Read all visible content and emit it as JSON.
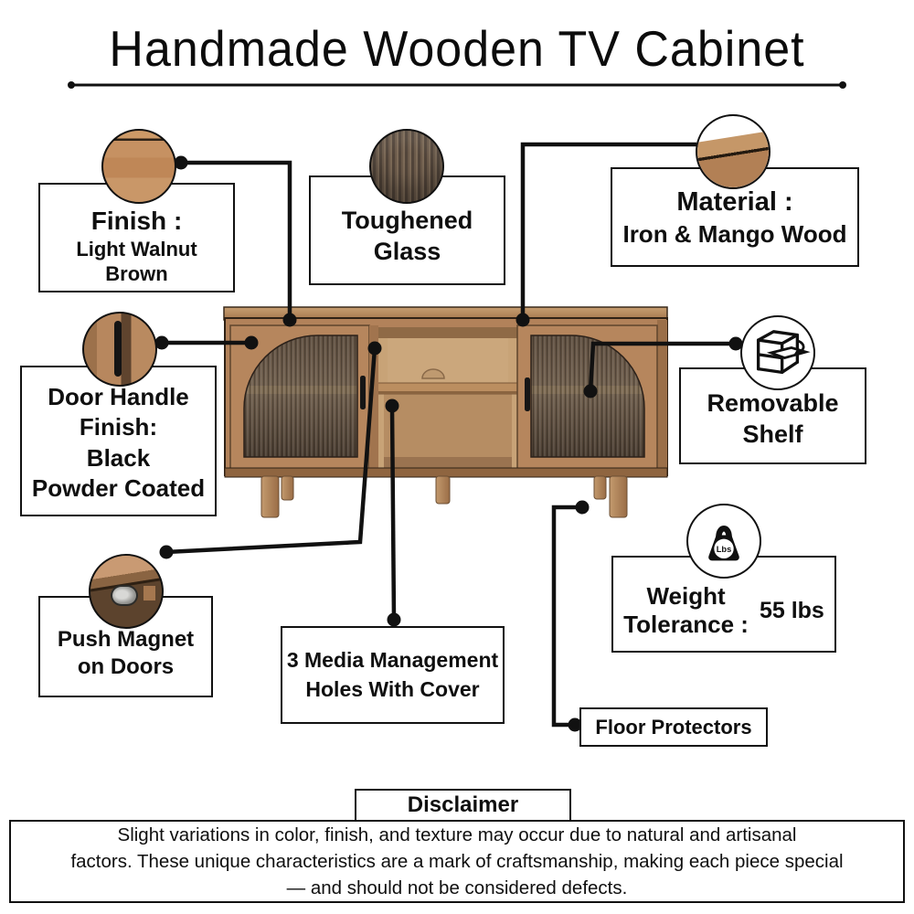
{
  "title": "Handmade Wooden TV Cabinet",
  "callouts": {
    "finish": {
      "icon": "wood-finish-swatch",
      "title": "Finish :",
      "lines": [
        "Light Walnut",
        "Brown"
      ]
    },
    "toughened_glass": {
      "icon": "fluted-glass-swatch",
      "lines": [
        "Toughened",
        "Glass"
      ]
    },
    "material": {
      "icon": "wood-corner-swatch",
      "title": "Material :",
      "lines": [
        "Iron & Mango Wood"
      ]
    },
    "door_handle": {
      "icon": "door-handle-swatch",
      "lines": [
        "Door Handle",
        "Finish:",
        "Black",
        "Powder Coated"
      ]
    },
    "removable_shelf": {
      "icon": "removable-shelf-icon",
      "lines": [
        "Removable",
        "Shelf"
      ]
    },
    "push_magnet": {
      "icon": "push-magnet-swatch",
      "lines": [
        "Push Magnet",
        "on Doors"
      ]
    },
    "media_holes": {
      "lines": [
        "3 Media Management",
        "Holes With Cover"
      ]
    },
    "weight": {
      "icon": "weight-lbs-icon",
      "icon_label": "Lbs",
      "lines": [
        "Weight",
        "Tolerance :"
      ],
      "value": "55 lbs"
    },
    "floor_protectors": {
      "lines": [
        "Floor Protectors"
      ]
    }
  },
  "disclaimer": {
    "heading": "Disclaimer",
    "body_lines": [
      "Slight variations in color, finish, and texture may occur due to natural and artisanal",
      "factors. These unique characteristics are a mark of craftsmanship, making each piece special",
      "— and should not be considered defects."
    ]
  },
  "colors": {
    "line": "#111111",
    "wood_frame": "#b5855c",
    "wood_top": "#c49a6e",
    "wood_interior": "#c9a478",
    "glass": "#5e4e3f",
    "handle": "#161616"
  }
}
